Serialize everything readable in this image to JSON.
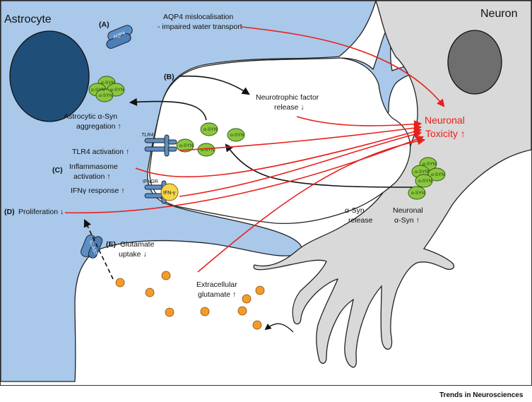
{
  "title_left": "Astrocyte",
  "title_right": "Neuron",
  "labels": {
    "a_marker": "(A)",
    "aqp4_line1": "AQP4 mislocalisation",
    "aqp4_line2": "- impaired water transport",
    "aqp4_channel": "AQP4",
    "b_marker": "(B)",
    "neurotrophic_line1": "Neurotrophic factor",
    "neurotrophic_line2": "release ↓",
    "aggregation_line1": "Astrocytic α-Syn",
    "aggregation_line2": "aggregation ↑",
    "tlr4_receptor": "TLR4",
    "tlr4_activation": "TLR4 activation ↑",
    "c_marker": "(C)",
    "inflammasome_line1": "Inflammasome",
    "inflammasome_line2": "activation ↑",
    "ifngr_receptor": "IFNGR",
    "ifn_response": "IFNγ response ↑",
    "ifn_ligand": "IFN-γ",
    "d_marker": "(D)",
    "proliferation": "Proliferation ↓",
    "e_marker": "(E)",
    "glutamate_uptake_line1": "Glutamate",
    "glutamate_uptake_line2": "uptake ↓",
    "glast_channel": "GLAST",
    "extracellular_line1": "Extracellular",
    "extracellular_line2": "glutamate ↑",
    "syn_release_line1": "α-Syn",
    "syn_release_line2": "release",
    "neuronal_syn_line1": "Neuronal",
    "neuronal_syn_line2": "α-Syn ↑",
    "toxicity_line1": "Neuronal",
    "toxicity_line2": "Toxicity ↑",
    "syn_token": "α-SYN",
    "footer": "Trends in Neurosciences"
  },
  "colors": {
    "astrocyte_fill": "#a9c8ea",
    "astrocyte_nucleus": "#1f4e79",
    "neuron_fill": "#d9d9d9",
    "neuron_nucleus": "#6e6e6e",
    "syn_fill": "#8cc63f",
    "glutamate_fill": "#f39c2c",
    "ifn_fill": "#f7d54a",
    "toxicity_red": "#e8201c",
    "receptor_blue": "#5b8fc7"
  }
}
